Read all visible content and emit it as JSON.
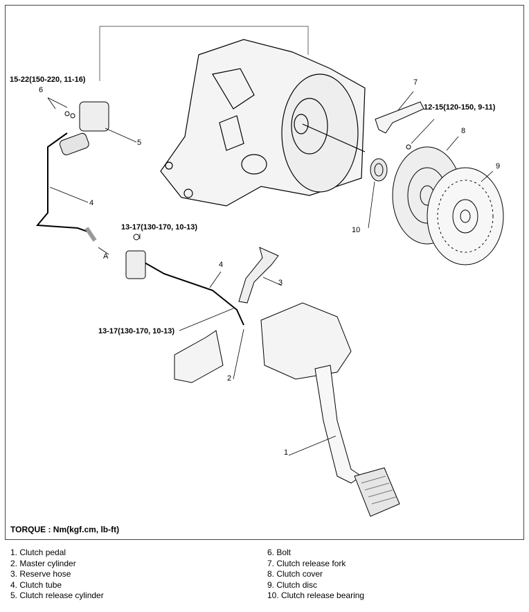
{
  "torque_labels": {
    "slave_cylinder_bolt": "15-22(150-220, 11-16)",
    "fork_bolt": "12-15(120-150, 9-11)",
    "master_cylinder_bracket": "13-17(130-170, 10-13)",
    "master_cylinder_nut": "13-17(130-170, 10-13)"
  },
  "callouts": {
    "c1": "1",
    "c2": "2",
    "c3": "3",
    "c4a": "4",
    "c4b": "4",
    "c5": "5",
    "c6": "6",
    "c7": "7",
    "c8": "8",
    "c9": "9",
    "c10": "10",
    "view_a": "A"
  },
  "torque_unit": "TORQUE : Nm(kgf.cm, lb-ft)",
  "legend_left": [
    "1. Clutch pedal",
    "2.  Master cylinder",
    "3.  Reserve hose",
    "4.  Clutch tube",
    "5.  Clutch release cylinder"
  ],
  "legend_right": [
    "6.  Bolt",
    "7.  Clutch release fork",
    "8.  Clutch cover",
    "9.  Clutch disc",
    "10.  Clutch release bearing"
  ]
}
